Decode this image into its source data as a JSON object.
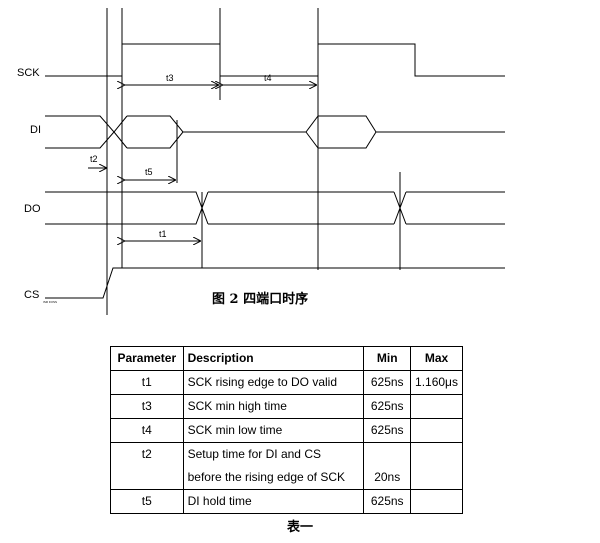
{
  "diagram": {
    "signals": {
      "sck": "SCK",
      "di": "DI",
      "do": "DO",
      "cs": "CS",
      "cs_sub": "ISR FOSS"
    },
    "timing_labels": {
      "t1": "t1",
      "t2": "t2",
      "t3": "t3",
      "t4": "t4",
      "t5": "t5"
    },
    "caption": "图 2  四端口时序"
  },
  "table": {
    "headers": {
      "parameter": "Parameter",
      "description": "Description",
      "min": "Min",
      "max": "Max"
    },
    "rows": [
      {
        "parameter": "t1",
        "description": "SCK rising edge to DO valid",
        "min": "625ns",
        "max": "1.160μs"
      },
      {
        "parameter": "t3",
        "description": "SCK min high time",
        "min": "625ns",
        "max": ""
      },
      {
        "parameter": "t4",
        "description": "SCK min low time",
        "min": "625ns",
        "max": ""
      },
      {
        "parameter": "t2",
        "description_line1": "Setup time for DI and CS",
        "description_line2": "before the rising edge of SCK",
        "min": "20ns",
        "max": ""
      },
      {
        "parameter": "t5",
        "description": "DI hold time",
        "min": "625ns",
        "max": ""
      }
    ],
    "caption": "表一"
  }
}
